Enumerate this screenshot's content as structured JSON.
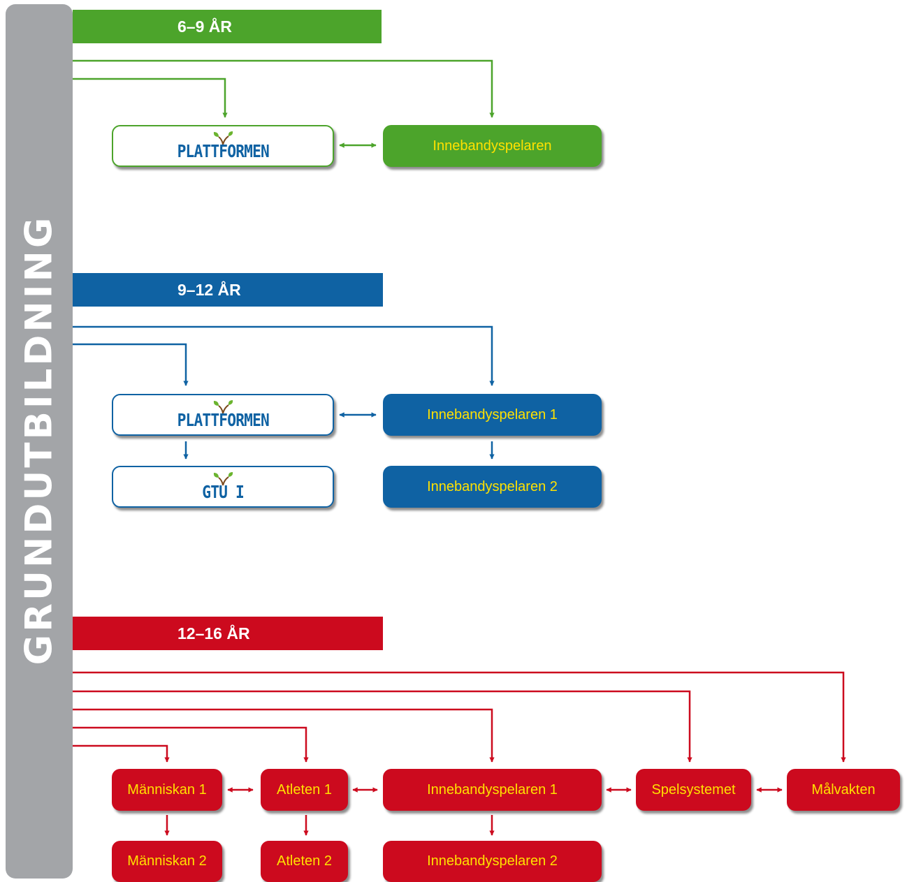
{
  "sidebar": {
    "title": "GRUNDUTBILDNING"
  },
  "colors": {
    "green": "#4ca42b",
    "blue": "#0f62a3",
    "red": "#cc0a1e",
    "label_yellow": "#ffe100",
    "sidebar_gray": "#a3a5a8"
  },
  "sections": {
    "age_6_9": {
      "title": "6–9 ÅR",
      "logo": "PLATTFORMEN",
      "node": "Innebandyspelaren"
    },
    "age_9_12": {
      "title": "9–12 ÅR",
      "logo_1": "PLATTFORMEN",
      "logo_2": "GTU I",
      "node_1": "Innebandyspelaren 1",
      "node_2": "Innebandyspelaren 2"
    },
    "age_12_16": {
      "title": "12–16 ÅR",
      "manniskan_1": "Människan 1",
      "manniskan_2": "Människan 2",
      "atleten_1": "Atleten 1",
      "atleten_2": "Atleten 2",
      "innebandy_1": "Innebandyspelaren 1",
      "innebandy_2": "Innebandyspelaren 2",
      "spelsystemet": "Spelsystemet",
      "malvakten": "Målvakten"
    }
  }
}
